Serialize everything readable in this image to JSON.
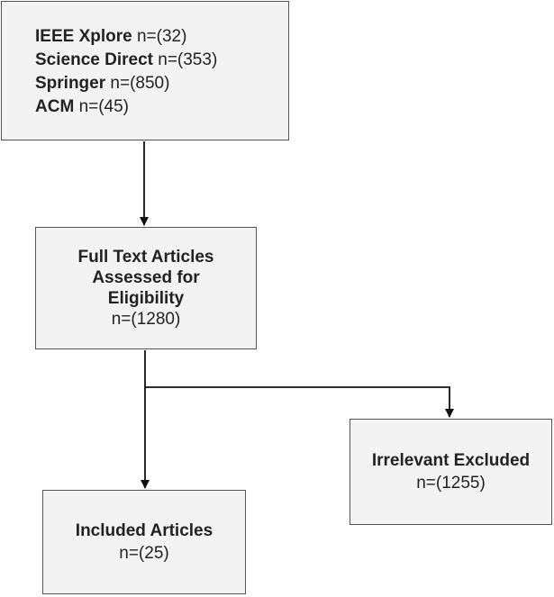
{
  "sources": [
    {
      "name": "IEEE Xplore",
      "count": "n=(32)"
    },
    {
      "name": "Science Direct",
      "count": "n=(353)"
    },
    {
      "name": "Springer",
      "count": "n=(850)"
    },
    {
      "name": "ACM",
      "count": "n=(45)"
    }
  ],
  "assessed": {
    "lines": [
      "Full Text Articles",
      "Assessed for",
      "Eligibility"
    ],
    "count": "n=(1280)"
  },
  "included": {
    "label": "Included Articles",
    "count": "n=(25)"
  },
  "excluded": {
    "label": "Irrelevant Excluded",
    "count": "n=(1255)"
  },
  "colors": {
    "box_fill": "#f3f3f3",
    "box_border": "#555555",
    "arrow": "#111111"
  }
}
